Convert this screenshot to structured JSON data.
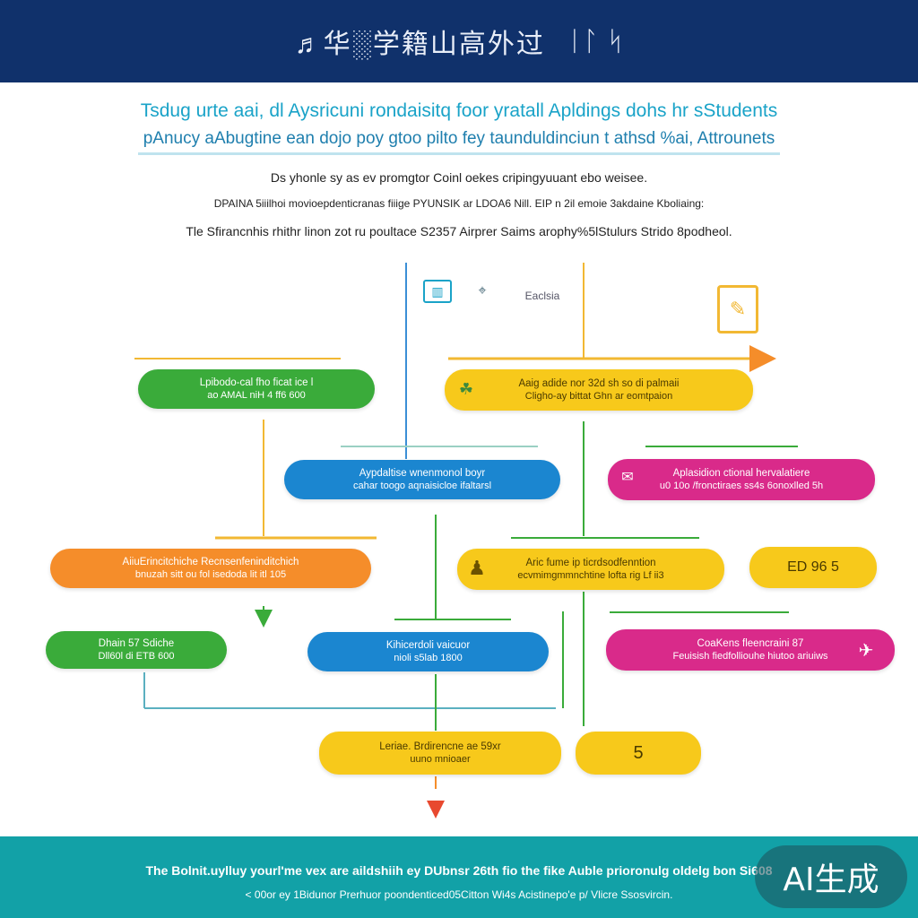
{
  "header": {
    "title": "♬华░学籍山高外过",
    "mark": "ᛁᛚ ᛋ"
  },
  "titles": {
    "line1": "Tsdug urte aai, dl Aysricuni rondaisitq foor yratall Apldings dohs hr sStudents",
    "line2": "pAnucy aAbugtine ean dojo poy gtoo pilto fey taunduldinciun t athsd %ai, Attrounets"
  },
  "intro": {
    "line1": "Ds yhonle sy as ev promgtor Coinl oekes cripingyuuant ebo weisee.",
    "line2": "DPAINA 5iiilhoi movioepdenticranas fiiige PYUNSIK ar LDOA6 Nill. EIP n 2il emoie 3akdaine Kboliaing:",
    "line3": "Tle Sfirancnhis rhithr linon zot ru poultace S2357 Airprer Saims arophy%5lStulurs Strido 8podheol."
  },
  "icons_top": {
    "label": "Eaclsia"
  },
  "nodes": {
    "n1": {
      "l1": "Lpibodo-cal fho ficat ice l",
      "l2": "ao AMAL niH 4 ff6 600"
    },
    "n2": {
      "l1": "Aaig adide nor 32d sh so di palmaii",
      "l2": "Cligho-ay bittat Ghn ar eomtpaion"
    },
    "n3": {
      "l1": "Aypdaltise wnenmonol boyr",
      "l2": "cahar toogo aqnaisicloe ifaltarsl"
    },
    "n4": {
      "l1": "Aplasidion ctional hervalatiere",
      "l2": "u0 10o /fronctiraes ss4s 6onoxlled 5h"
    },
    "n5": {
      "l1": "AiiuErincitchiche Recnsenfeninditchich",
      "l2": "bnuzah sitt ou fol isedoda lit itl 105"
    },
    "n6": {
      "l1": "Aric fume ip ticrdsodfenntion",
      "l2": "ecvmimgmmnchtine lofta rig Lf ii3"
    },
    "n7": {
      "l1": "ED 96 5",
      "l2": ""
    },
    "n8": {
      "l1": "Dhain 57 Sdiche",
      "l2": "Dll60l di ETB 600"
    },
    "n9": {
      "l1": "Kihicerdoli vaicuor",
      "l2": "nioli s5lab 1800"
    },
    "n10": {
      "l1": "CoaKens fleencraini 87",
      "l2": "Feuisish fiedfolliouhe hiutoo ariuiws"
    },
    "n11": {
      "l1": "Leriae. Brdirencne ae 59xr",
      "l2": "uuno mnioaer"
    },
    "n12": {
      "l1": "5",
      "l2": ""
    }
  },
  "footer": {
    "line1": "The Bolnit.uylluy yourl'me vex are aildshiih ey DUbnsr 26th fio the fike Auble prioronulg oldelg bon Si608",
    "line2": "< 00or ey 1Bidunor Prerhuor poondenticed05Citton Wi4s Acistinepo'e p/ Vlicre Ssosvircin."
  },
  "badge": "AI生成",
  "colors": {
    "header_bg": "#10316b",
    "footer_bg": "#12a1a7",
    "green": "#3aab3a",
    "yellow": "#f7c91b",
    "blue": "#1b86d0",
    "magenta": "#d92a8a",
    "orange": "#f58d2a"
  }
}
